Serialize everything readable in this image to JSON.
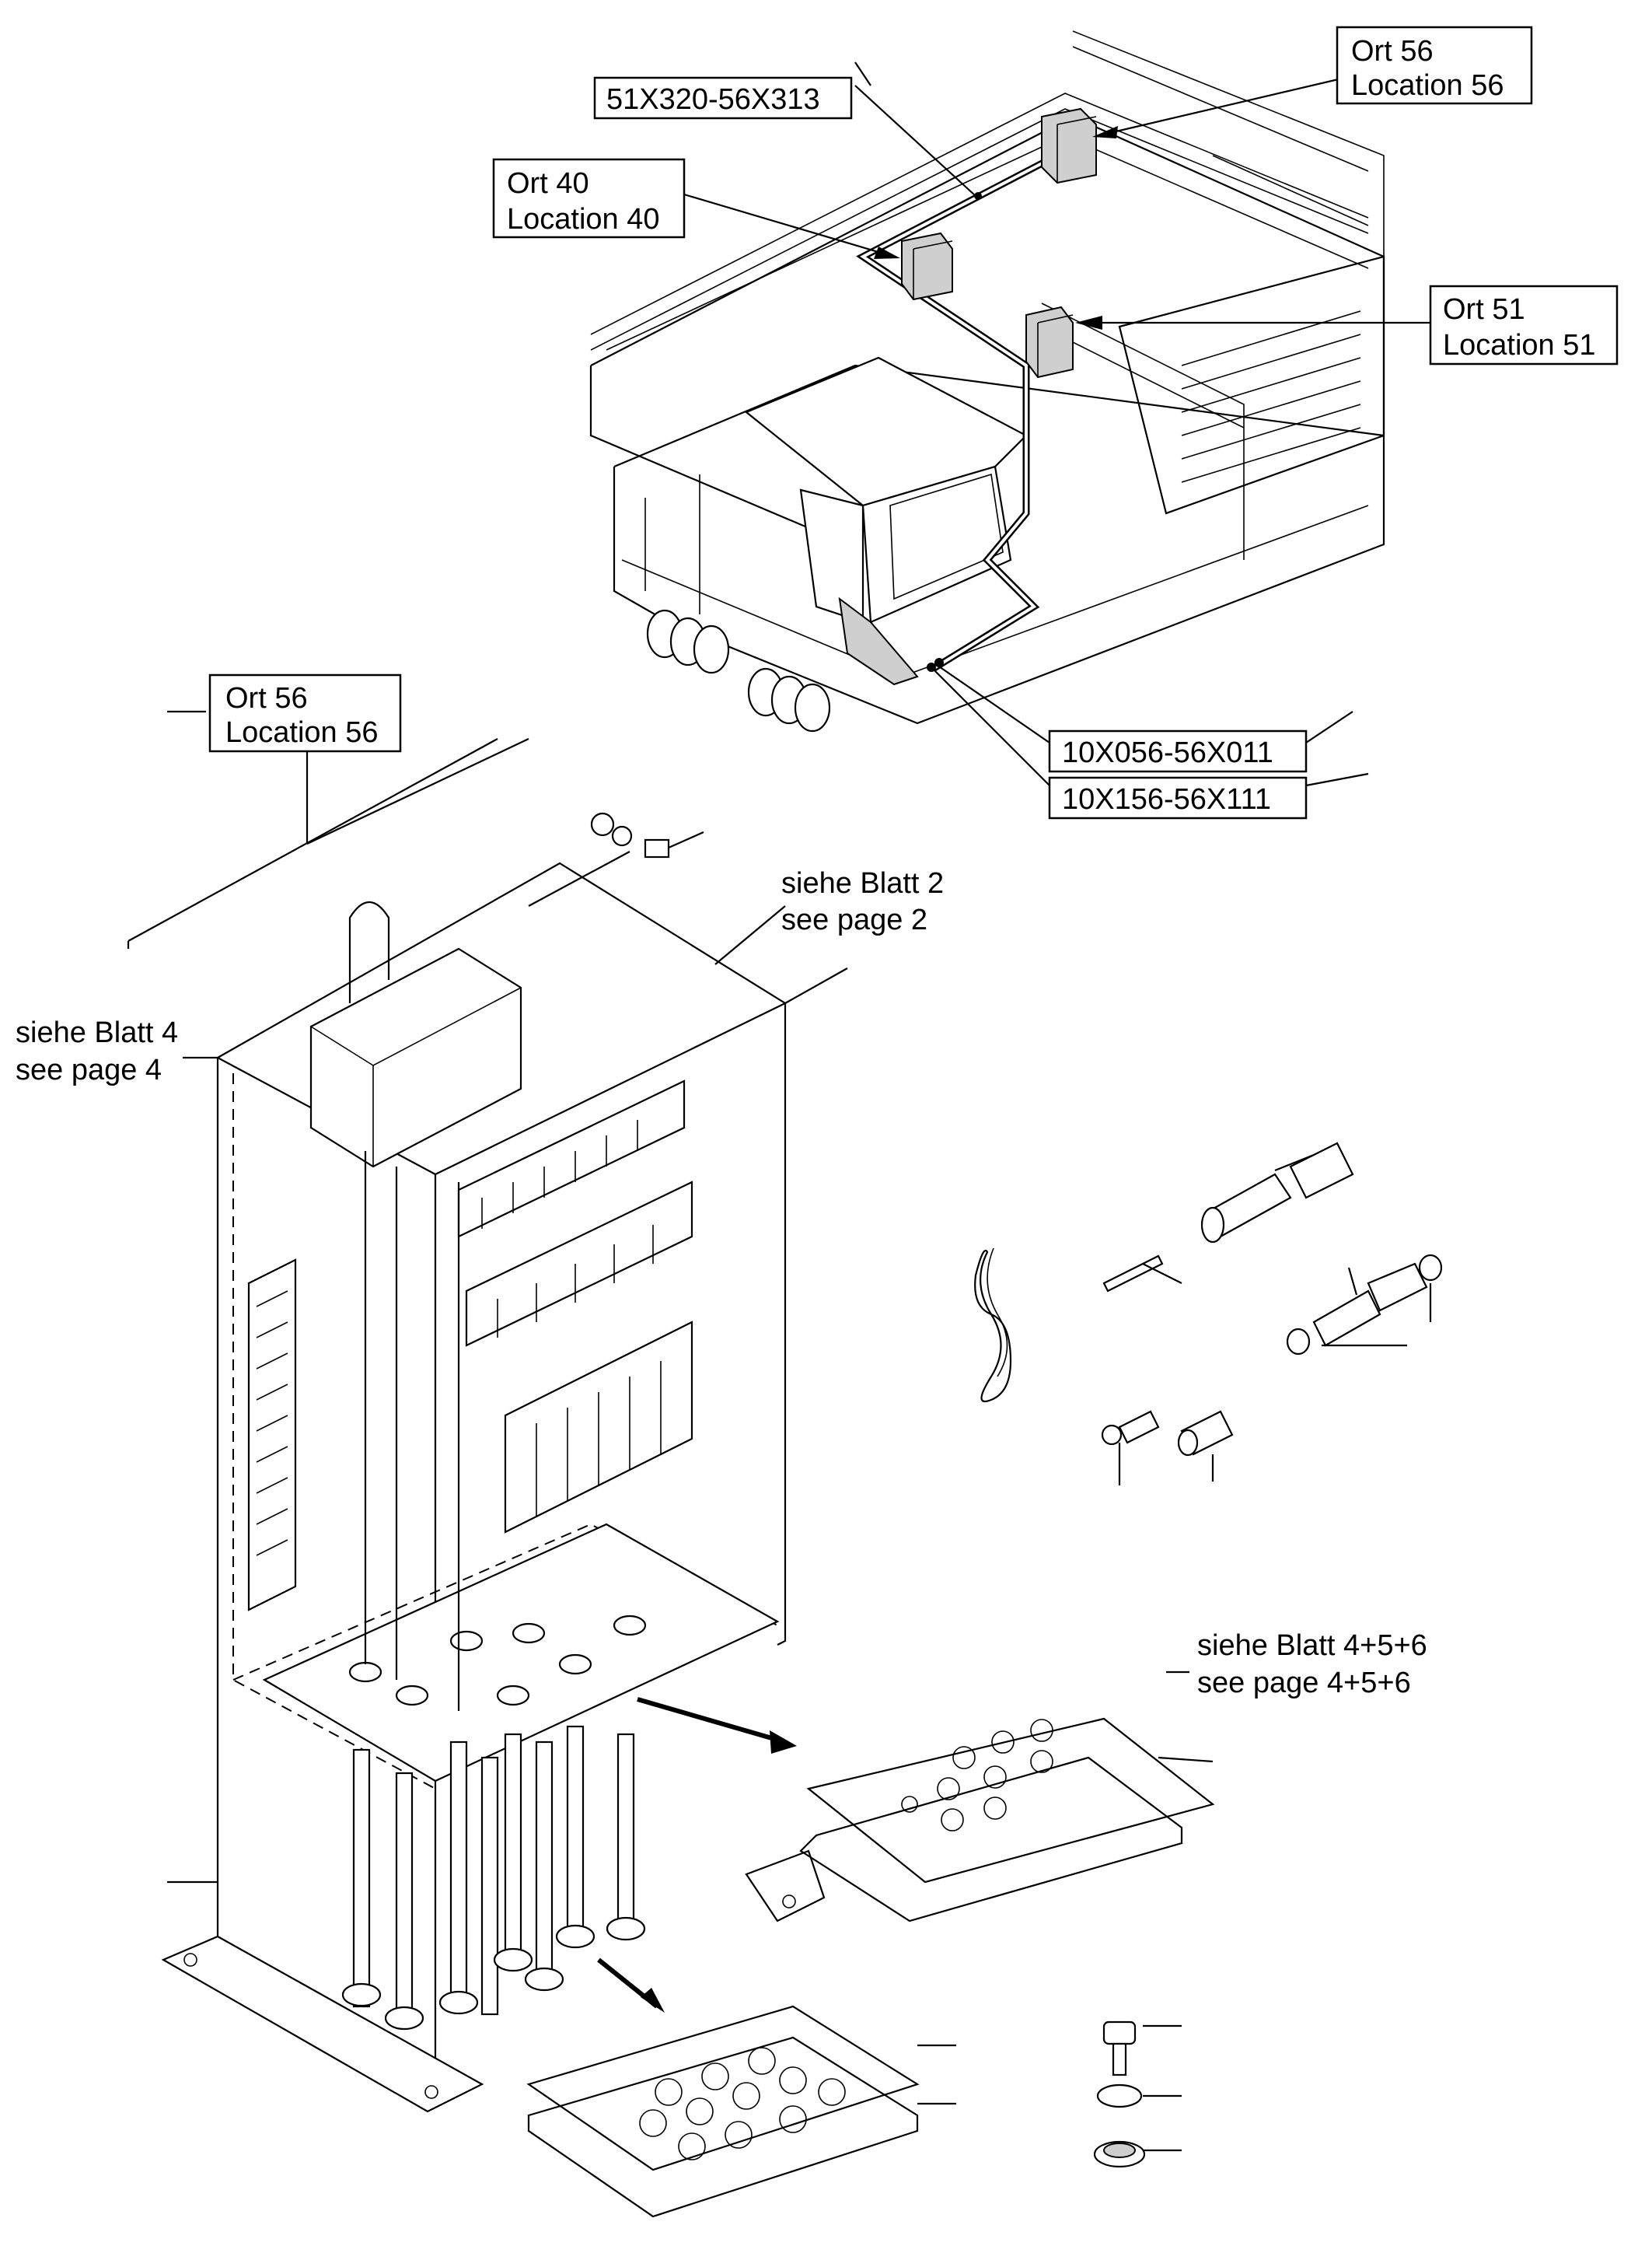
{
  "labels": {
    "ort56_top": {
      "line1": "Ort 56",
      "line2": "Location 56"
    },
    "ort40": {
      "line1": "Ort 40",
      "line2": "Location 40"
    },
    "ort51": {
      "line1": "Ort 51",
      "line2": "Location 51"
    },
    "ort56_left": {
      "line1": "Ort 56",
      "line2": "Location 56"
    },
    "cable_a": "51X320-56X313",
    "cable_b": "10X056-56X011",
    "cable_c": "10X156-56X111",
    "ref_page2": {
      "line1": "siehe Blatt 2",
      "line2": "see page 2"
    },
    "ref_page4": {
      "line1": "siehe Blatt 4",
      "line2": "see page 4"
    },
    "ref_page456": {
      "line1": "siehe Blatt 4+5+6",
      "line2": "see page 4+5+6"
    }
  },
  "colors": {
    "ink": "#000000",
    "paper": "#ffffff",
    "shade": "#cfcfcf"
  }
}
